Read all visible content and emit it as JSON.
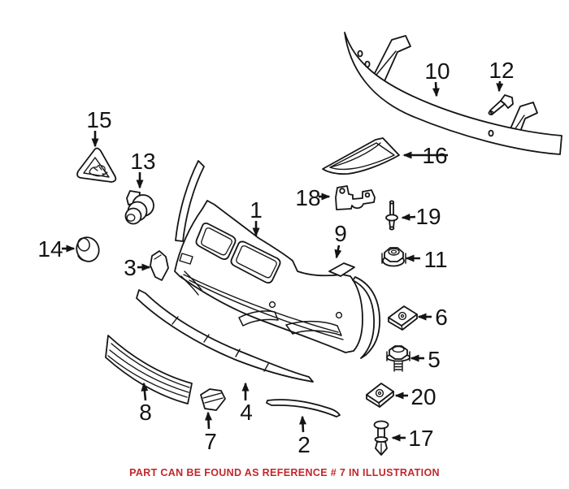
{
  "diagram": {
    "type": "exploded-parts-diagram",
    "subject": "front bumper assembly",
    "background_color": "#ffffff",
    "line_color": "#151515",
    "footer": {
      "note": "PART CAN BE FOUND AS REFERENCE # 7 IN ILLUSTRATION",
      "color": "#C3262C",
      "highlighted_reference": "7"
    },
    "parts": [
      {
        "ref": "1",
        "name": "bumper-cover"
      },
      {
        "ref": "2",
        "name": "lower-trim-strip-right"
      },
      {
        "ref": "3",
        "name": "cover-flap"
      },
      {
        "ref": "4",
        "name": "lower-center-trim"
      },
      {
        "ref": "5",
        "name": "hex-flange-bolt"
      },
      {
        "ref": "6",
        "name": "clip-nut-upper"
      },
      {
        "ref": "7",
        "name": "grille-corner-insert"
      },
      {
        "ref": "8",
        "name": "grille-insert-left"
      },
      {
        "ref": "9",
        "name": "adhesive-pad"
      },
      {
        "ref": "10",
        "name": "bumper-reinforcement-bar"
      },
      {
        "ref": "11",
        "name": "flange-nut"
      },
      {
        "ref": "12",
        "name": "stud-bolt-small"
      },
      {
        "ref": "13",
        "name": "parking-sensor"
      },
      {
        "ref": "14",
        "name": "grommet"
      },
      {
        "ref": "15",
        "name": "tow-hook-cover"
      },
      {
        "ref": "16",
        "name": "fog-lamp-cover"
      },
      {
        "ref": "17",
        "name": "expansion-rivet"
      },
      {
        "ref": "18",
        "name": "mounting-bracket"
      },
      {
        "ref": "19",
        "name": "stud"
      },
      {
        "ref": "20",
        "name": "clip-nut-lower"
      }
    ]
  }
}
